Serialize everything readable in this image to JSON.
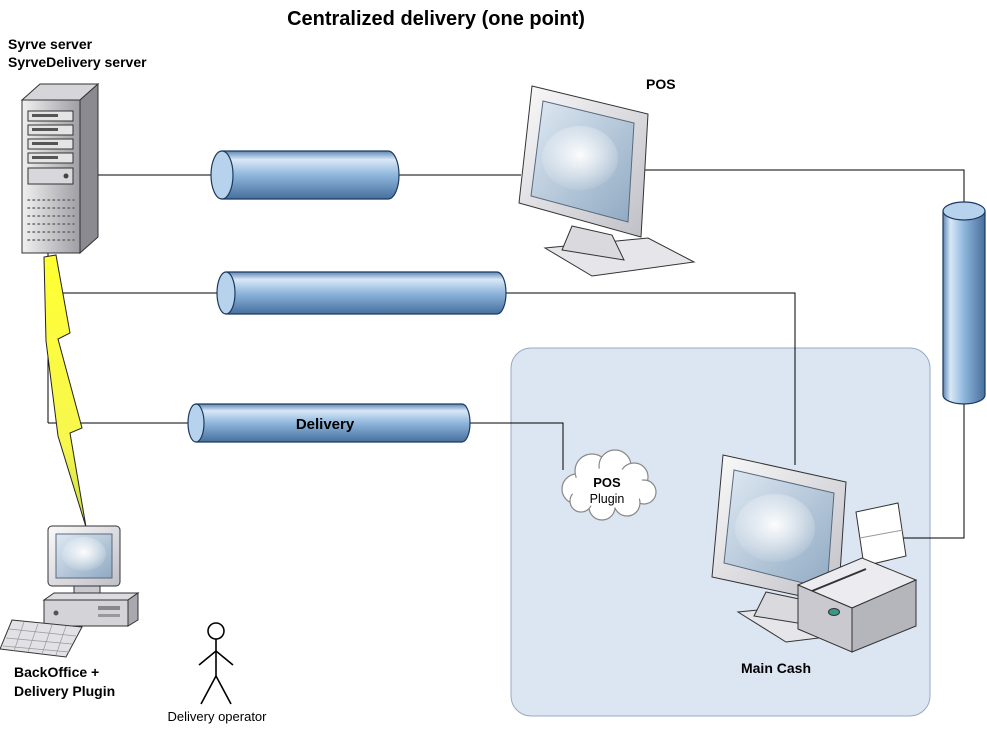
{
  "title": "Centralized delivery (one point)",
  "colors": {
    "title": "#2222aa",
    "pipe_edge": "#5d87b5",
    "pipe_highlight": "#d9e8f7",
    "pipe_mid": "#8fb6dc",
    "pipe_shadow": "#466f9d",
    "pipe_cap": "#b7d2ec",
    "pipe_outline": "#1c3a5e",
    "region_fill": "#dce6f2",
    "region_stroke": "#97a9c4",
    "lightning_top": "#ffff33",
    "lightning_bottom": "#c9dd3f",
    "connector": "#000000"
  },
  "labels": {
    "server_line1": "Syrve server",
    "server_line2": "SyrveDelivery server",
    "pos": "POS",
    "delivery_pipe": "Delivery",
    "cloud_line1": "POS",
    "cloud_line2": "Plugin",
    "main_cash": "Main Cash",
    "backoffice_line1": "BackOffice +",
    "backoffice_line2": "Delivery Plugin",
    "delivery_operator": "Delivery operator"
  }
}
